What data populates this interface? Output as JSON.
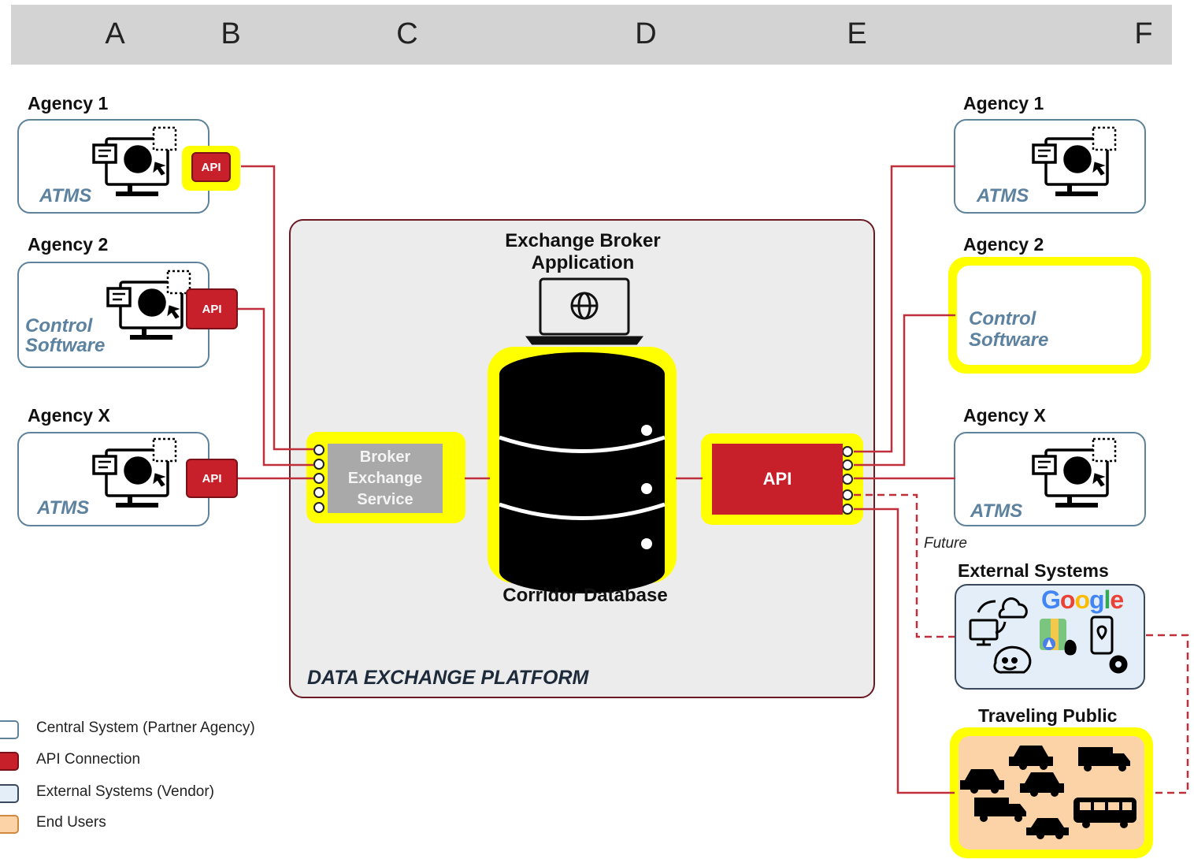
{
  "columns": [
    "A",
    "B",
    "C",
    "D",
    "E",
    "F"
  ],
  "left_agencies": [
    {
      "title": "Agency 1",
      "system": "ATMS",
      "api": "API"
    },
    {
      "title": "Agency 2",
      "system": "Control Software",
      "api": "API"
    },
    {
      "title": "Agency X",
      "system": "ATMS",
      "api": "API"
    }
  ],
  "right_agencies": [
    {
      "title": "Agency 1",
      "system": "ATMS"
    },
    {
      "title": "Agency 2",
      "system": "Control Software"
    },
    {
      "title": "Agency X",
      "system": "ATMS"
    }
  ],
  "platform": {
    "label": "DATA EXCHANGE PLATFORM",
    "broker_app": "Exchange Broker Application",
    "database": "Corridor Database",
    "broker_service": "Broker Exchange Service",
    "api": "API"
  },
  "external": {
    "title": "External Systems",
    "future_label": "Future",
    "google": "Google"
  },
  "public": {
    "title": "Traveling Public"
  },
  "legend": [
    {
      "label": "Central System (Partner Agency)",
      "fill": "#ffffff",
      "border": "#5f8399"
    },
    {
      "label": "API Connection",
      "fill": "#c8202b",
      "border": "#7a1118"
    },
    {
      "label": "External Systems (Vendor)",
      "fill": "#e3eef8",
      "border": "#3a4a5c"
    },
    {
      "label": "End Users",
      "fill": "#fbd3a6",
      "border": "#d08a40"
    }
  ],
  "colors": {
    "api_red": "#c8202b",
    "highlight": "#ffff00",
    "line": "#c0303c",
    "system_blue": "#5c82a0"
  }
}
